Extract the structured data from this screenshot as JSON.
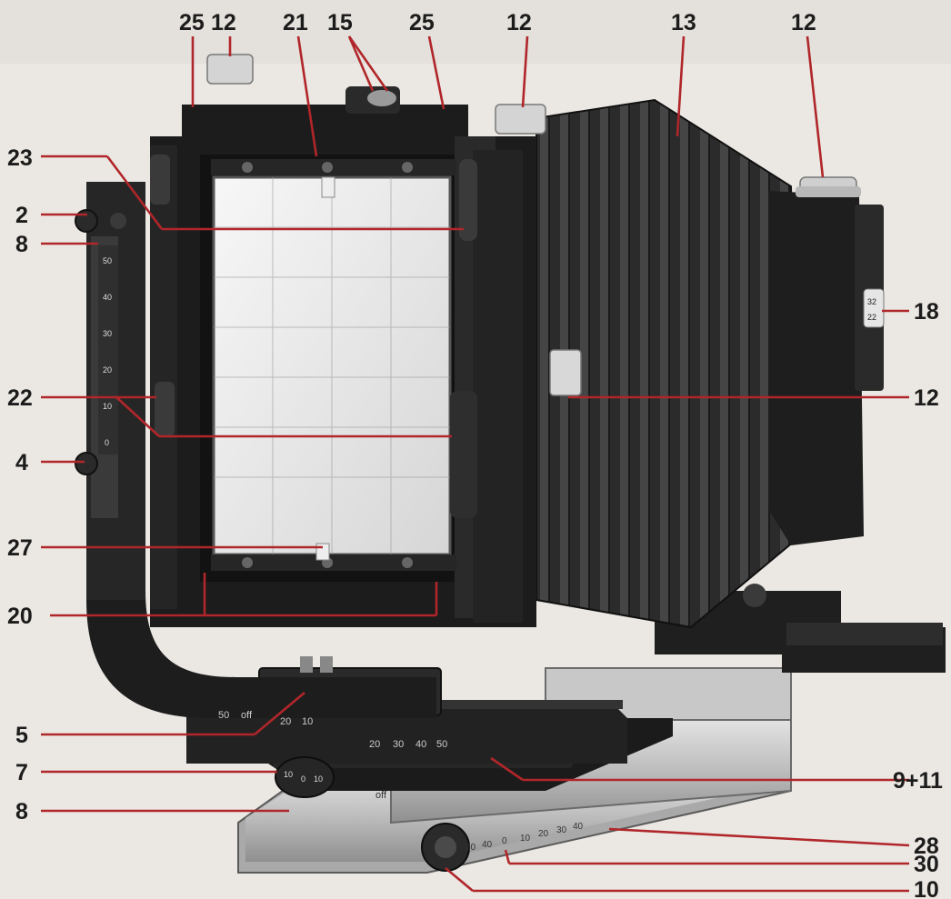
{
  "labels": {
    "top_25_left": "25",
    "top_12_a": "12",
    "top_21": "21",
    "top_15": "15",
    "top_25_right": "25",
    "top_12_b": "12",
    "top_13": "13",
    "top_12_c": "12",
    "left_23": "23",
    "left_2": "2",
    "left_8_upper": "8",
    "left_22": "22",
    "left_4": "4",
    "left_27": "27",
    "left_20": "20",
    "left_5": "5",
    "left_7": "7",
    "left_8_lower": "8",
    "right_18": "18",
    "right_12": "12",
    "right_9_11": "9+11",
    "right_28": "28",
    "right_30": "30",
    "right_10": "10"
  },
  "scales": {
    "rear_scale": [
      "50",
      "40",
      "30",
      "20",
      "10",
      "0"
    ],
    "rail_scale_left": [
      "50",
      "off",
      "20",
      "10"
    ],
    "rail_scale_right": [
      "20",
      "30",
      "40",
      "50"
    ],
    "knob_scale": [
      "10",
      "0",
      "10"
    ],
    "base_off": "off",
    "base_scale": [
      "30",
      "40",
      "0",
      "10",
      "20",
      "30",
      "40"
    ],
    "aperture": [
      "32",
      "22"
    ]
  },
  "colors": {
    "leader": "#b0262a",
    "text": "#1c1c1c",
    "background": "#ebe8e3"
  }
}
